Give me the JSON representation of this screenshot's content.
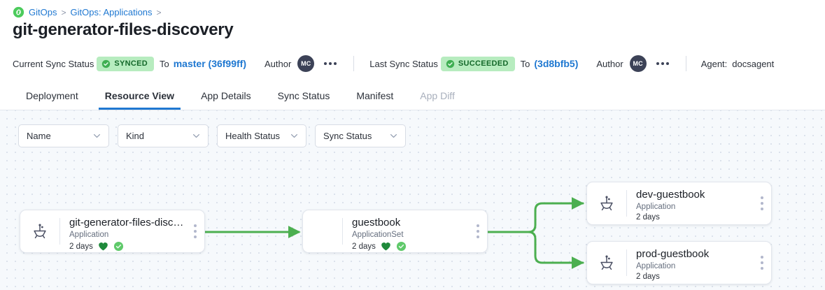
{
  "breadcrumb": {
    "logo_icon": "gitops-link-icon",
    "items": [
      {
        "label": "GitOps",
        "sep": ">"
      },
      {
        "label": "GitOps: Applications",
        "sep": ">"
      }
    ]
  },
  "page_title": "git-generator-files-discovery",
  "statusbar": {
    "current_sync_label": "Current Sync Status",
    "current_sync_badge": "SYNCED",
    "current_to_word": "To",
    "current_revision": "master (36f99ff)",
    "current_author_label": "Author",
    "current_author_initials": "MC",
    "last_sync_label": "Last Sync Status",
    "last_sync_badge": "SUCCEEDED",
    "last_to_word": "To",
    "last_revision": "(3d8bfb5)",
    "last_author_label": "Author",
    "last_author_initials": "MC",
    "agent_label": "Agent:",
    "agent_value": "docsagent"
  },
  "tabs": [
    {
      "label": "Deployment",
      "active": false,
      "disabled": false
    },
    {
      "label": "Resource View",
      "active": true,
      "disabled": false
    },
    {
      "label": "App Details",
      "active": false,
      "disabled": false
    },
    {
      "label": "Sync Status",
      "active": false,
      "disabled": false
    },
    {
      "label": "Manifest",
      "active": false,
      "disabled": false
    },
    {
      "label": "App Diff",
      "active": false,
      "disabled": true
    }
  ],
  "filters": [
    {
      "label": "Name"
    },
    {
      "label": "Kind"
    },
    {
      "label": "Health Status"
    },
    {
      "label": "Sync Status"
    }
  ],
  "graph": {
    "nodes": [
      {
        "id": "root",
        "title": "git-generator-files-disco...",
        "kind": "Application",
        "age": "2 days",
        "has_icon": true,
        "has_health": true,
        "has_sync": true
      },
      {
        "id": "appset",
        "title": "guestbook",
        "kind": "ApplicationSet",
        "age": "2 days",
        "has_icon": false,
        "has_health": true,
        "has_sync": true
      },
      {
        "id": "dev",
        "title": "dev-guestbook",
        "kind": "Application",
        "age": "2 days",
        "has_icon": true,
        "has_health": false,
        "has_sync": false
      },
      {
        "id": "prod",
        "title": "prod-guestbook",
        "kind": "Application",
        "age": "2 days",
        "has_icon": true,
        "has_health": false,
        "has_sync": false
      }
    ]
  },
  "colors": {
    "accent_blue": "#1f78d1",
    "edge_green": "#4caf50",
    "badge_bg": "#b7ecbf",
    "badge_text": "#14682a",
    "health_heart": "#1f8a3b",
    "sync_check": "#5fc96a",
    "canvas_bg": "#f6f9fc"
  }
}
